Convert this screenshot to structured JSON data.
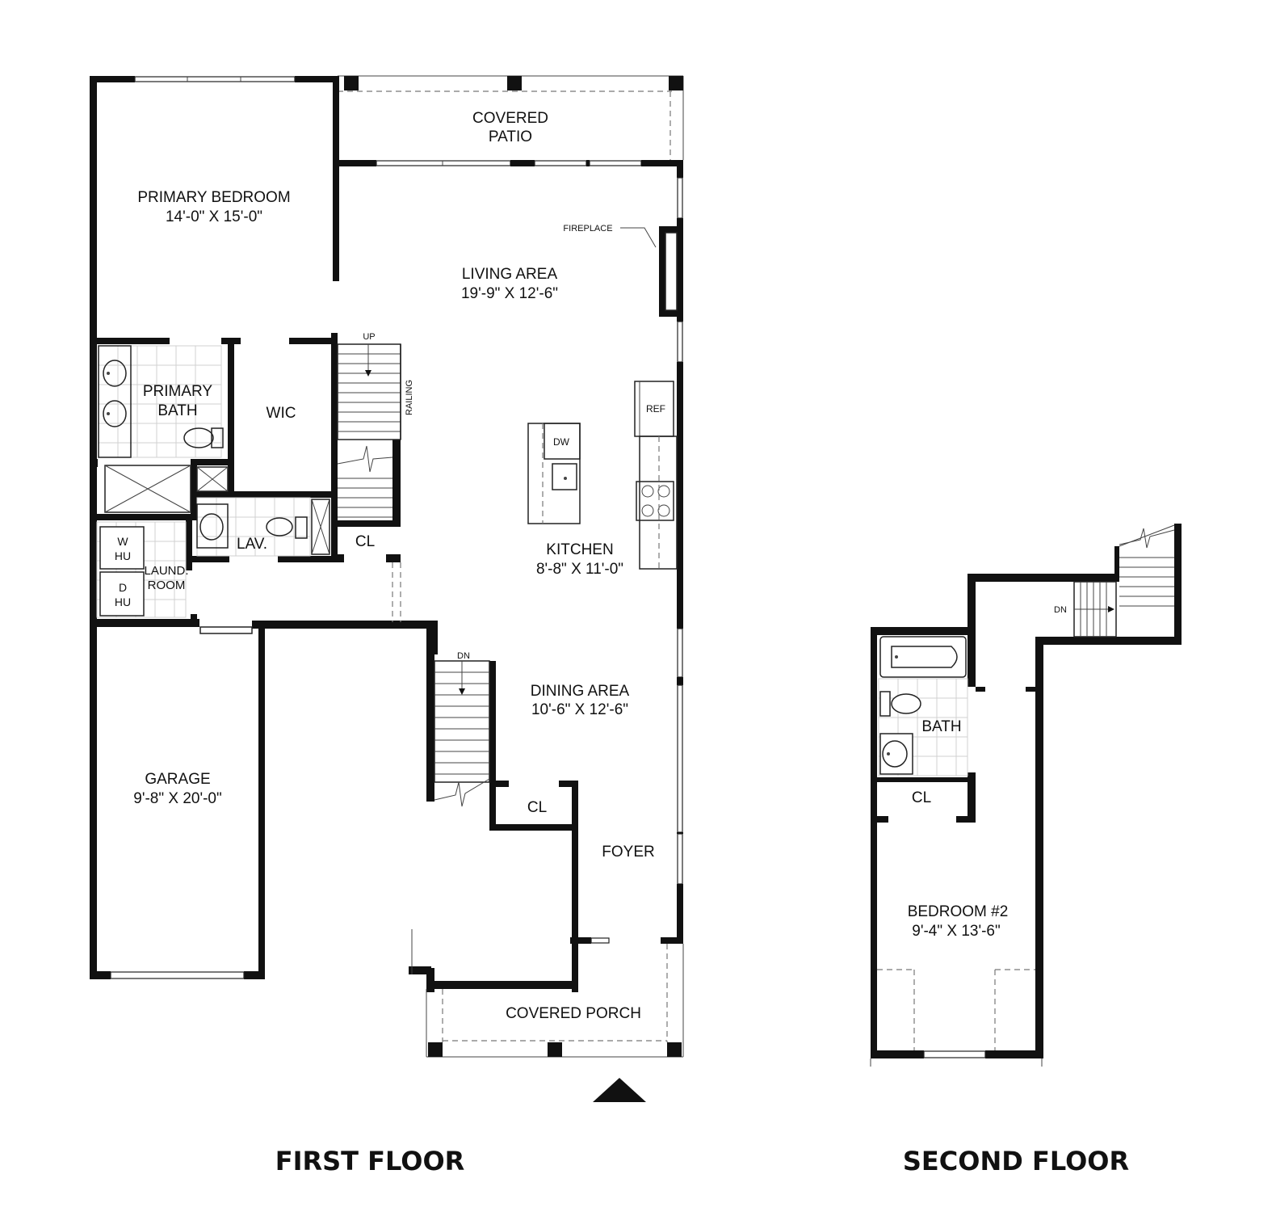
{
  "first_floor": {
    "title": "FIRST FLOOR",
    "rooms": {
      "covered_patio": {
        "name": "COVERED",
        "name2": "PATIO"
      },
      "primary_bedroom": {
        "name": "PRIMARY BEDROOM",
        "dims": "14'-0\" X 15'-0\""
      },
      "living_area": {
        "name": "LIVING AREA",
        "dims": "19'-9\" X 12'-6\""
      },
      "primary_bath": {
        "name": "PRIMARY",
        "name2": "BATH"
      },
      "wic": {
        "name": "WIC"
      },
      "lav": {
        "name": "LAV."
      },
      "closet_stair": {
        "name": "CL"
      },
      "laundry": {
        "name": "LAUND.",
        "name2": "ROOM",
        "washer": "W",
        "washer_hu": "HU",
        "dryer": "D",
        "dryer_hu": "HU"
      },
      "kitchen": {
        "name": "KITCHEN",
        "dims": "8'-8\" X 11'-0\""
      },
      "dining_area": {
        "name": "DINING AREA",
        "dims": "10'-6\" X 12'-6\""
      },
      "garage": {
        "name": "GARAGE",
        "dims": "9'-8\" X 20'-0\""
      },
      "closet_foyer": {
        "name": "CL"
      },
      "foyer": {
        "name": "FOYER"
      },
      "covered_porch": {
        "name": "COVERED PORCH"
      }
    },
    "labels": {
      "fireplace": "FIREPLACE",
      "stair_up": "UP",
      "railing": "RAILING",
      "ref": "REF",
      "dw": "DW",
      "stair_down": "DN"
    }
  },
  "second_floor": {
    "title": "SECOND FLOOR",
    "rooms": {
      "bath": {
        "name": "BATH"
      },
      "closet": {
        "name": "CL"
      },
      "bedroom2": {
        "name": "BEDROOM #2",
        "dims": "9'-4\" X 13'-6\""
      }
    },
    "labels": {
      "stair_down": "DN"
    }
  }
}
